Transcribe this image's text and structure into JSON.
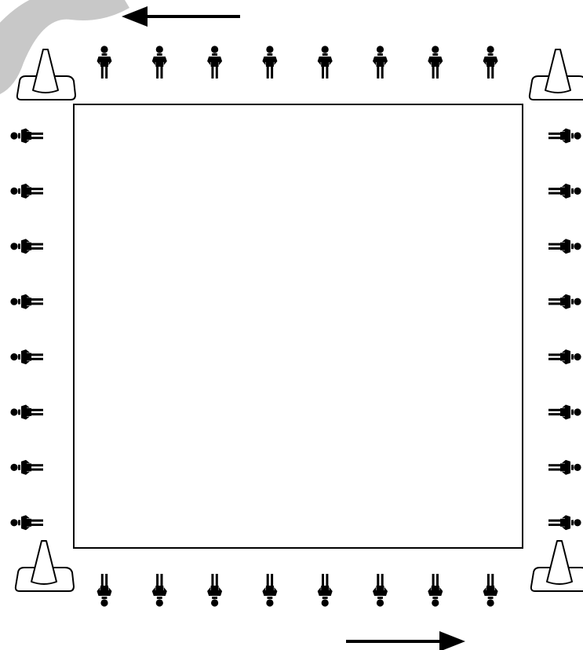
{
  "diagram": {
    "people_per_side": 8,
    "corner_markers": 4,
    "flow_arrows": [
      {
        "direction": "left"
      },
      {
        "direction": "right"
      }
    ],
    "colors": {
      "ink": "#000000",
      "background": "#ffffff",
      "watermark": "#c8c8c8"
    },
    "icons": {
      "person": "person-icon",
      "corner": "traffic-cone-icon",
      "arrow": "arrow-icon"
    }
  }
}
